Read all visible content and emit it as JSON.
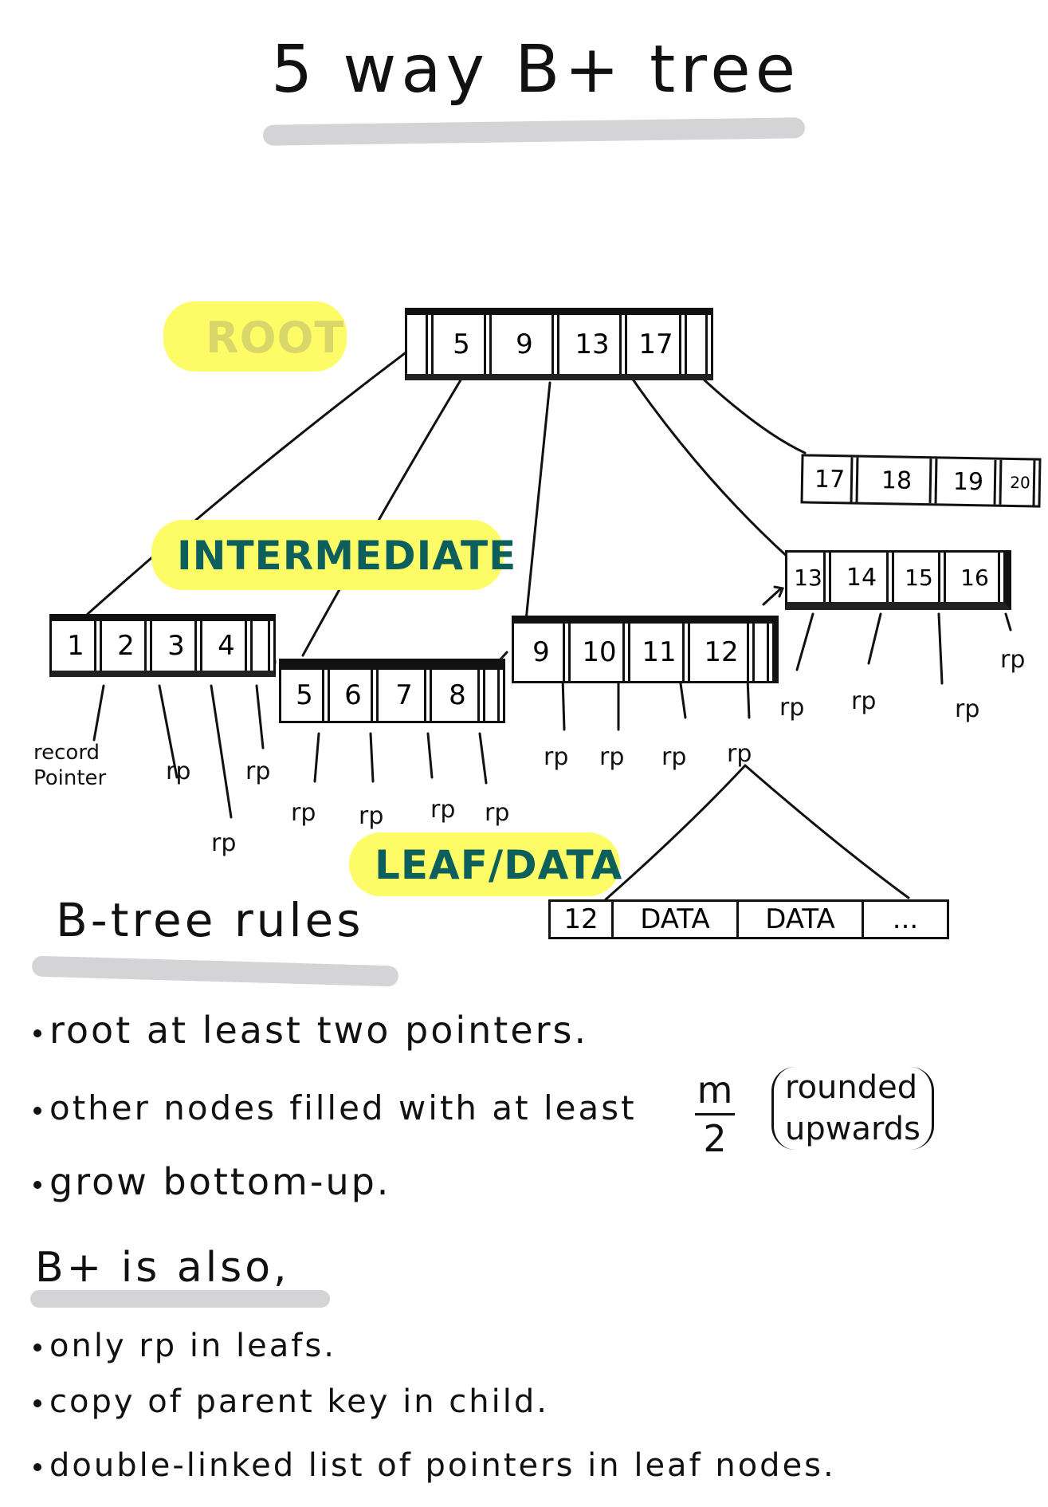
{
  "title": "5 way B+ tree",
  "labels": {
    "root": "ROOT",
    "intermediate": "INTERMEDIATE",
    "leaf": "LEAF/DATA"
  },
  "colors": {
    "highlight": "#fdfb66",
    "label_text": "#0d5f5e",
    "root_label_text": "#d9d66a",
    "underline": "#d4d3d6",
    "ink": "#111111"
  },
  "tree": {
    "root": {
      "keys": [
        "5",
        "9",
        "13",
        "17"
      ]
    },
    "intermediate": [
      {
        "keys": [
          "13",
          "14",
          "15",
          "16"
        ]
      },
      {
        "keys": [
          "17",
          "18",
          "19",
          "20"
        ]
      }
    ],
    "leaves": [
      {
        "keys": [
          "1",
          "2",
          "3",
          "4"
        ]
      },
      {
        "keys": [
          "5",
          "6",
          "7",
          "8"
        ]
      },
      {
        "keys": [
          "9",
          "10",
          "11",
          "12"
        ]
      }
    ],
    "record": {
      "cells": [
        "12",
        "DATA",
        "DATA",
        "..."
      ]
    },
    "pointer_label": "rp",
    "record_pointer_note": "record Pointer"
  },
  "btree_rules": {
    "heading": "B-tree rules",
    "items": [
      "root at least two pointers.",
      "other nodes filled with at least",
      "grow bottom-up."
    ],
    "fraction": {
      "numerator": "m",
      "denominator": "2"
    },
    "paren_note": [
      "rounded",
      "upwards"
    ]
  },
  "bplus_rules": {
    "heading": "B+ is also,",
    "items": [
      "only rp in leafs.",
      "copy of parent key in child.",
      "double-linked list of pointers in leaf nodes."
    ]
  }
}
